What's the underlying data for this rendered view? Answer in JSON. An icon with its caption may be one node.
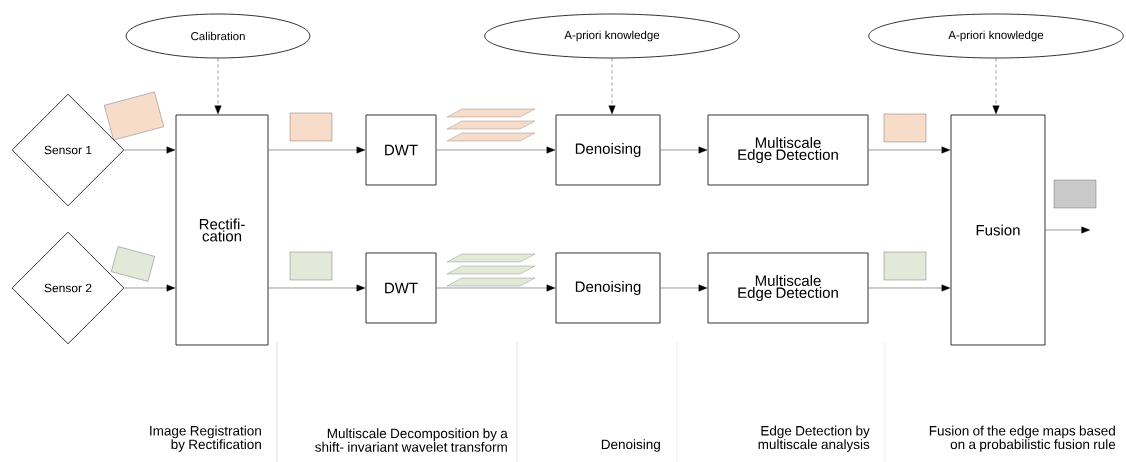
{
  "diagram": {
    "nodes": [
      {
        "text": [
          "Calibration"
        ]
      },
      {
        "text": [
          "A-priori knowledge"
        ]
      },
      {
        "text": [
          "A-priori knowledge"
        ]
      },
      {
        "text": [
          "Sensor 1"
        ]
      },
      {
        "text": [
          "Sensor 2"
        ]
      },
      {
        "text": [
          "Rectifi- cation"
        ]
      },
      {
        "text": [
          "DWT"
        ]
      },
      {
        "text": [
          "DWT"
        ]
      },
      {
        "text": [
          "Denoising"
        ]
      },
      {
        "text": [
          "Denoising"
        ]
      },
      {
        "text": [
          "Multiscale Edge Detection"
        ]
      },
      {
        "text": [
          "Multiscale Edge Detection"
        ]
      },
      {
        "text": [
          "Fusion"
        ]
      }
    ],
    "edges": [
      {
        "from": 0,
        "to": 5,
        "arrow": "to",
        "style": "dashed"
      },
      {
        "from": 1,
        "to": 8,
        "arrow": "to",
        "style": "dashed"
      },
      {
        "from": 2,
        "to": 12,
        "arrow": "to",
        "style": "dashed"
      },
      {
        "from": 3,
        "to": 5,
        "arrow": "to"
      },
      {
        "from": 4,
        "to": 5,
        "arrow": "to"
      },
      {
        "from": 5,
        "to": 6,
        "arrow": "to"
      },
      {
        "from": 5,
        "to": 7,
        "arrow": "to"
      },
      {
        "from": 6,
        "to": 8,
        "arrow": "to"
      },
      {
        "from": 7,
        "to": 9,
        "arrow": "to"
      },
      {
        "from": 8,
        "to": 10,
        "arrow": "to"
      },
      {
        "from": 9,
        "to": 11,
        "arrow": "to"
      },
      {
        "from": 10,
        "to": 12,
        "arrow": "to"
      },
      {
        "from": 11,
        "to": 12,
        "arrow": "to"
      },
      {
        "from": 12,
        "to": null,
        "arrow": "to"
      }
    ],
    "labels": [
      "Image Registration by Rectification",
      "Multiscale Decomposition by a shift- invariant wavelet transform",
      "Denoising",
      "Edge Detection by multiscale analysis",
      "Fusion of the edge maps based on a probabilistic fusion rule"
    ]
  }
}
